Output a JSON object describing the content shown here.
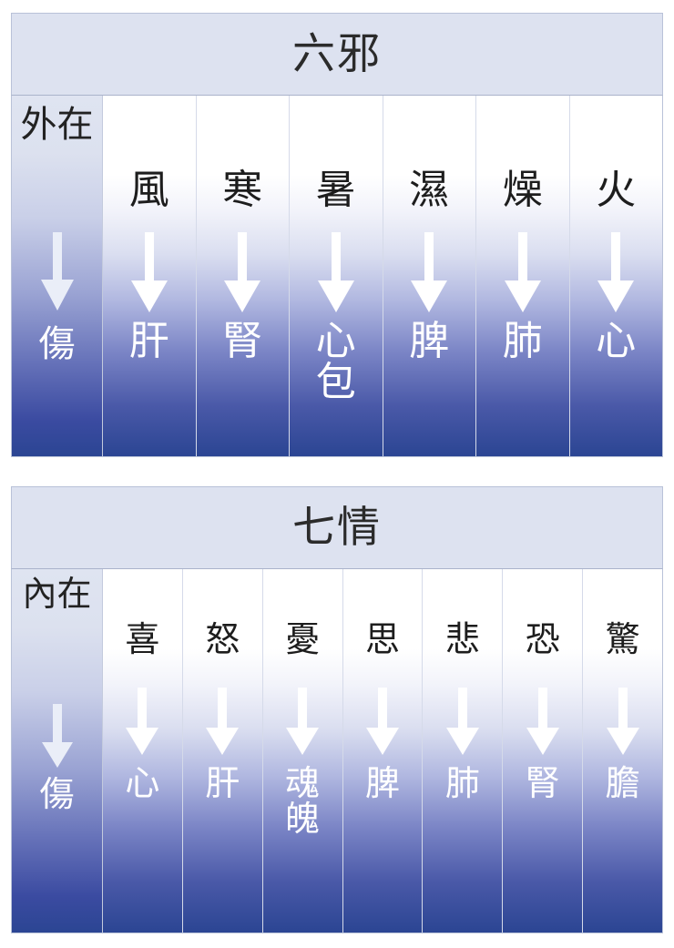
{
  "colors": {
    "header_bg": "#dde2f0",
    "gradient_top": "#ffffff",
    "gradient_bottom": "#2b4593",
    "border": "#b9c2d8",
    "dark_text": "#1d1d1d",
    "light_text": "#ffffff"
  },
  "tables": [
    {
      "id": "liuxie",
      "title": "六邪",
      "label_column": {
        "top": "外在",
        "arrow": "down-arrow",
        "bottom": "傷"
      },
      "columns": [
        {
          "cause": "風",
          "arrow": "down-arrow",
          "organ": "肝"
        },
        {
          "cause": "寒",
          "arrow": "down-arrow",
          "organ": "腎"
        },
        {
          "cause": "暑",
          "arrow": "down-arrow",
          "organ": "心\n包"
        },
        {
          "cause": "濕",
          "arrow": "down-arrow",
          "organ": "脾"
        },
        {
          "cause": "燥",
          "arrow": "down-arrow",
          "organ": "肺"
        },
        {
          "cause": "火",
          "arrow": "down-arrow",
          "organ": "心"
        }
      ]
    },
    {
      "id": "qiqing",
      "title": "七情",
      "label_column": {
        "top": "內在",
        "arrow": "down-arrow",
        "bottom": "傷"
      },
      "columns": [
        {
          "cause": "喜",
          "arrow": "down-arrow",
          "organ": "心"
        },
        {
          "cause": "怒",
          "arrow": "down-arrow",
          "organ": "肝"
        },
        {
          "cause": "憂",
          "arrow": "down-arrow",
          "organ": "魂\n魄"
        },
        {
          "cause": "思",
          "arrow": "down-arrow",
          "organ": "脾"
        },
        {
          "cause": "悲",
          "arrow": "down-arrow",
          "organ": "肺"
        },
        {
          "cause": "恐",
          "arrow": "down-arrow",
          "organ": "腎"
        },
        {
          "cause": "驚",
          "arrow": "down-arrow",
          "organ": "膽"
        }
      ]
    }
  ]
}
